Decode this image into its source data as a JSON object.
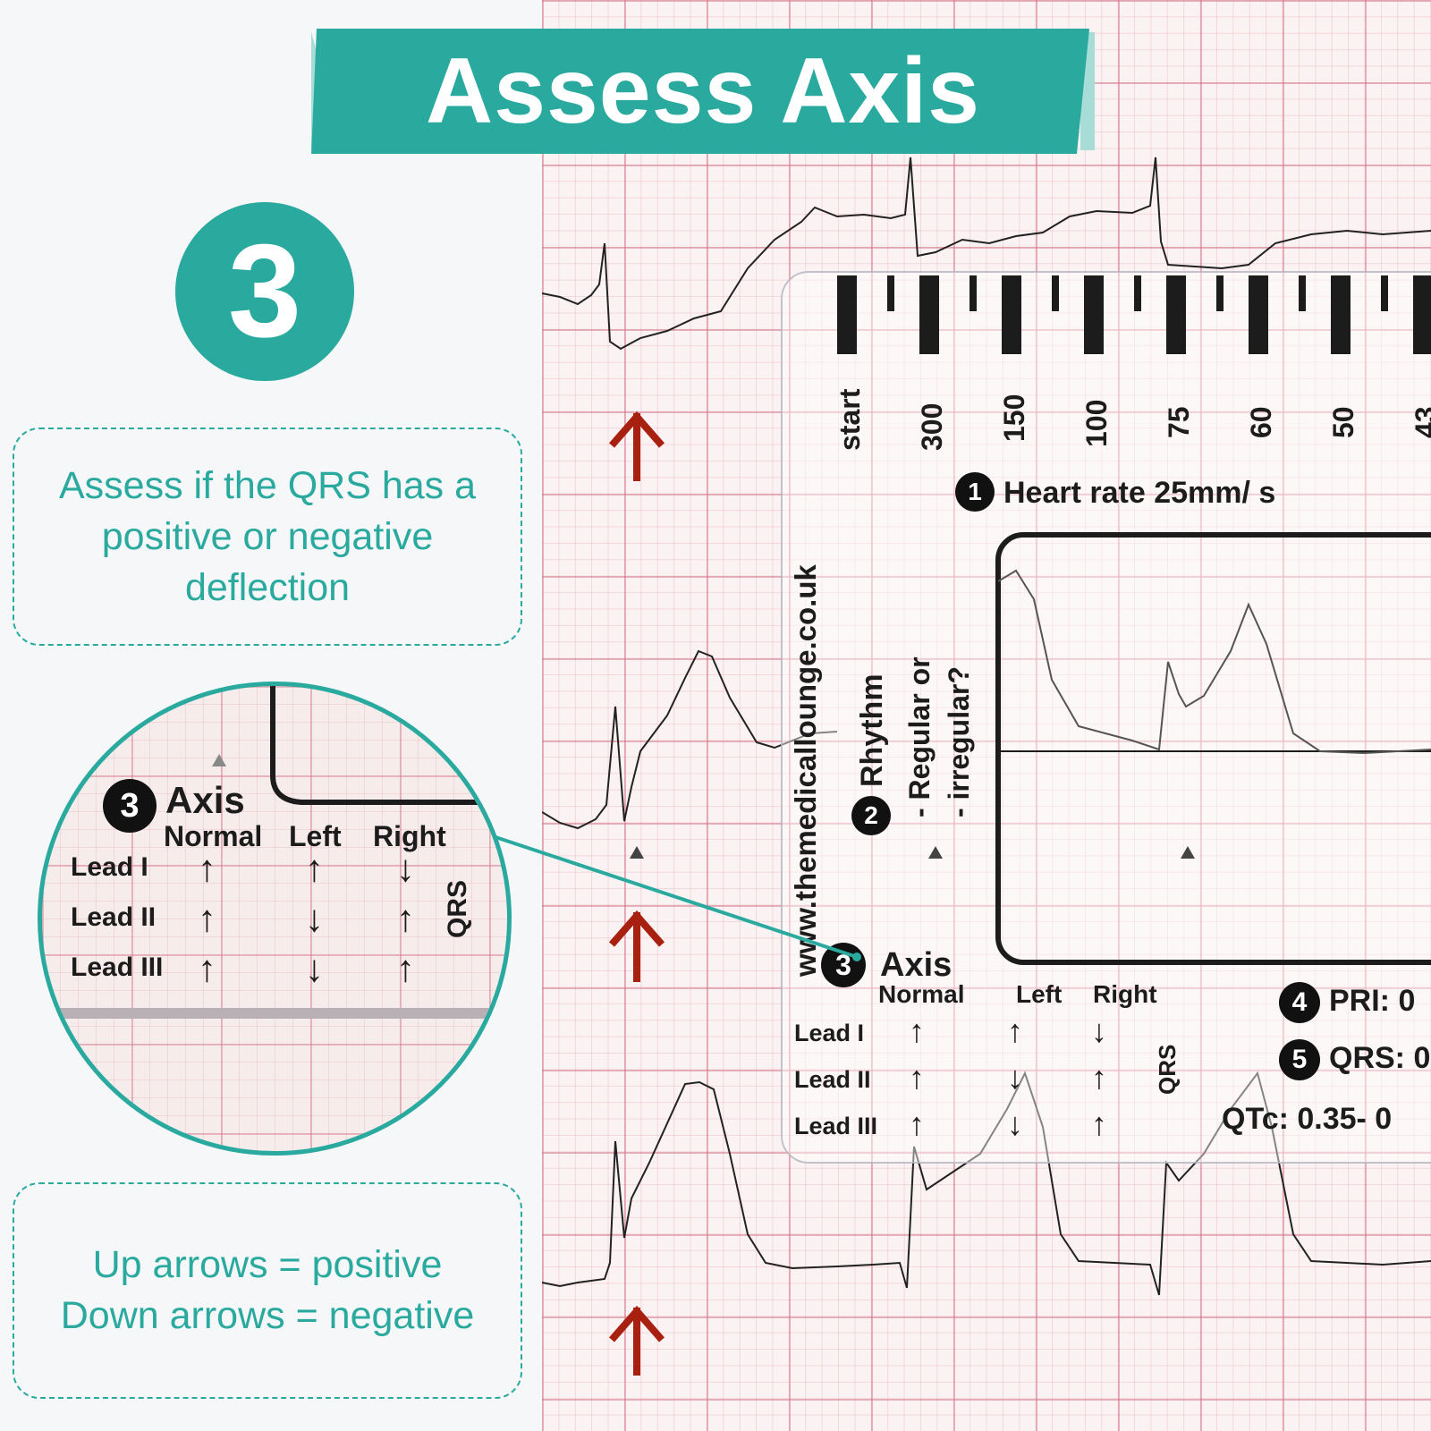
{
  "banner": {
    "title": "Assess Axis",
    "color": "#2aaa9f"
  },
  "step": {
    "number": "3"
  },
  "box_top": {
    "lines": [
      "Assess if the QRS has a",
      "positive or negative",
      "deflection"
    ]
  },
  "box_bottom": {
    "lines": [
      "Up arrows = positive",
      "Down arrows = negative"
    ]
  },
  "ruler": {
    "website": "www.themedicallounge.co.uk",
    "scale": [
      "start",
      "300",
      "150",
      "100",
      "75",
      "60",
      "50",
      "43"
    ],
    "heart_rate": {
      "num": "1",
      "label": "Heart rate 25mm/ s"
    },
    "rhythm": {
      "num": "2",
      "label": "Rhythm",
      "lines": [
        "- Regular or",
        "- irregular?"
      ]
    },
    "pri": {
      "num": "4",
      "label": "PRI: 0"
    },
    "qrs_item": {
      "num": "5",
      "label": "QRS: 0"
    },
    "qtc": "QTc: 0.35- 0"
  },
  "axis_table": {
    "num": "3",
    "title": "Axis",
    "columns": [
      "Normal",
      "Left",
      "Right"
    ],
    "side_label": "QRS",
    "rows": [
      {
        "lead": "Lead I",
        "values": [
          "↑",
          "↑",
          "↓"
        ]
      },
      {
        "lead": "Lead II",
        "values": [
          "↑",
          "↓",
          "↑"
        ]
      },
      {
        "lead": "Lead III",
        "values": [
          "↑",
          "↓",
          "↑"
        ]
      }
    ]
  },
  "markers": {
    "arrow_glyph": "↑",
    "arrow_color": "#a8200f"
  },
  "colors": {
    "accent": "#2aaa9f",
    "grid": "#e8a3b0"
  }
}
